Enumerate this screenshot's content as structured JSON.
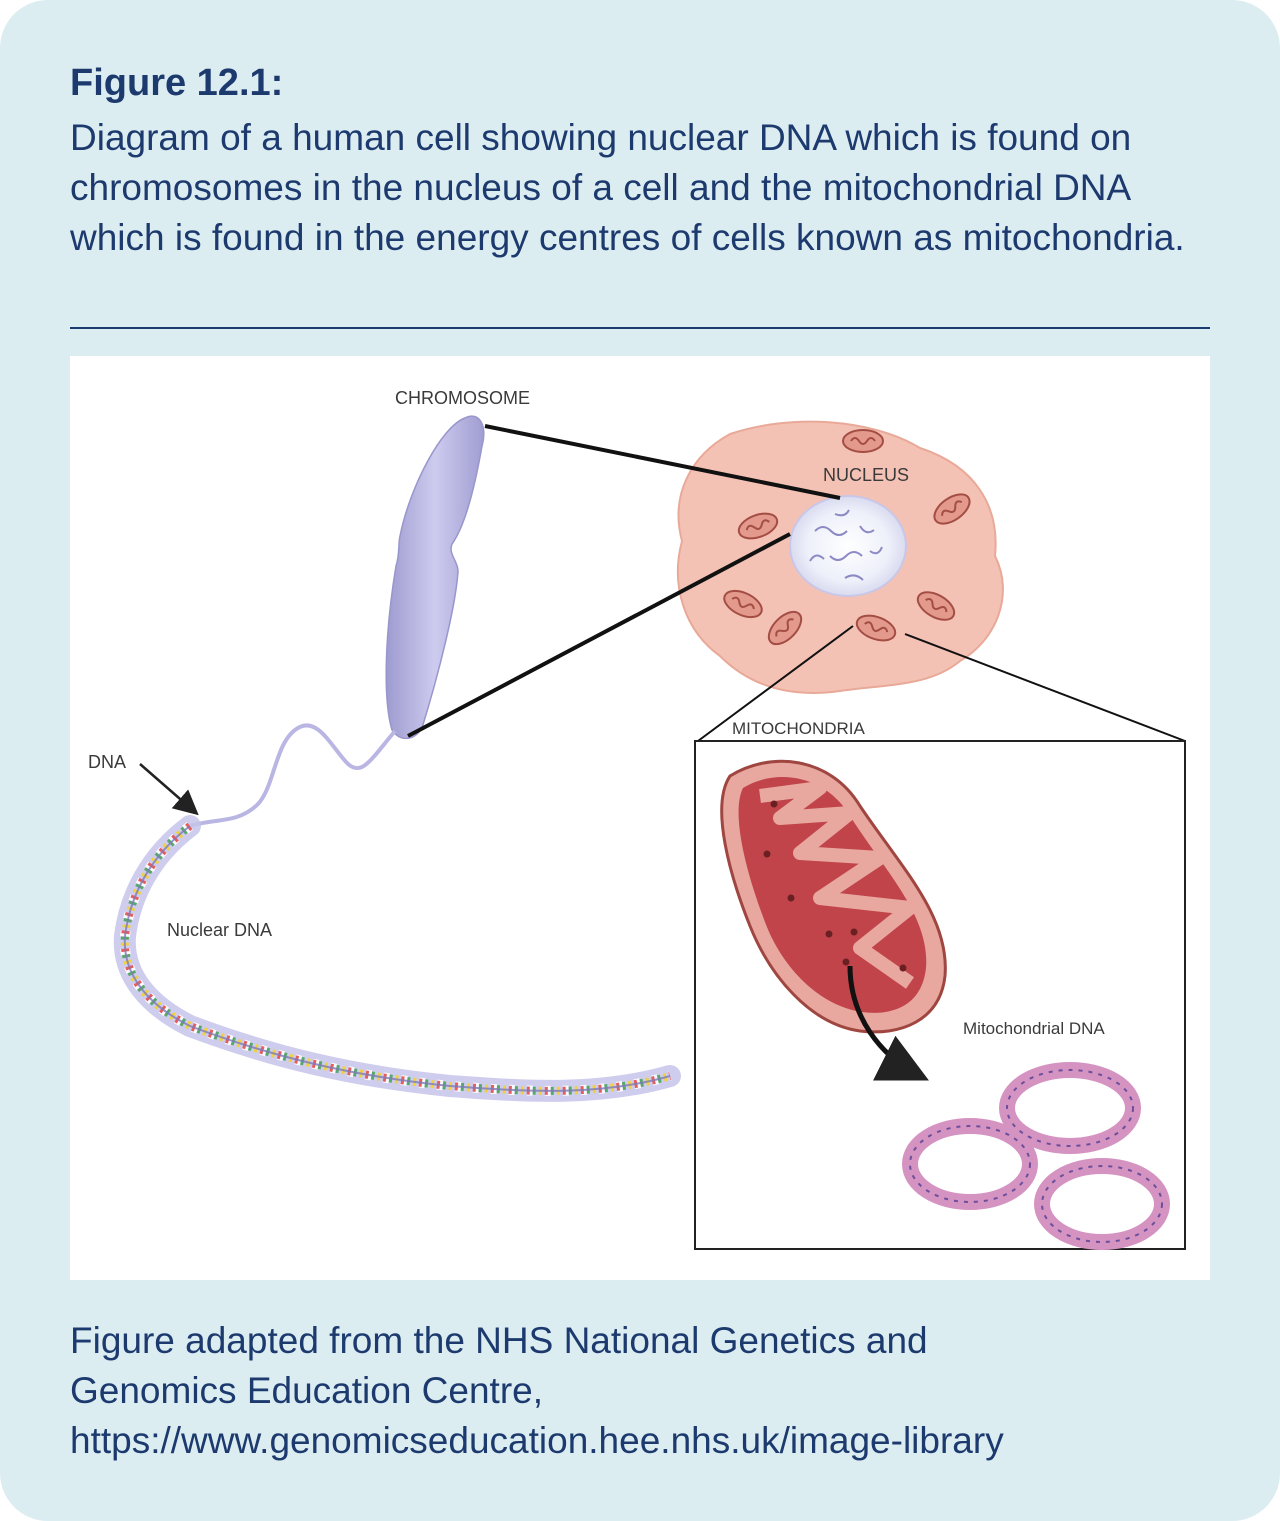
{
  "figure": {
    "title": "Figure 12.1:",
    "caption": "Diagram of a human cell showing nuclear DNA which is found on chromosomes in the nucleus of a cell and the mitochondrial DNA which is found in the energy centres of cells known as mitochondria."
  },
  "diagram": {
    "labels": {
      "chromosome": "CHROMOSOME",
      "nucleus": "NUCLEUS",
      "mitochondria": "MITOCHONDRIA",
      "dna": "DNA",
      "nuclear_dna": "Nuclear DNA",
      "mitochondrial_dna": "Mitochondrial DNA"
    },
    "colors": {
      "cell": "#f4c2b4",
      "chromosome": "#b3b0dd",
      "mitochondrion": "#c0444a",
      "mito_outer": "#e8a79f",
      "dna_ring": "#d593c1",
      "helix_ribbon": "#c7c4ea"
    }
  },
  "credit": {
    "line1": "Figure adapted from the NHS National Genetics and",
    "line2": "Genomics Education Centre,",
    "line3": "https://www.genomicseducation.hee.nhs.uk/image-library"
  }
}
